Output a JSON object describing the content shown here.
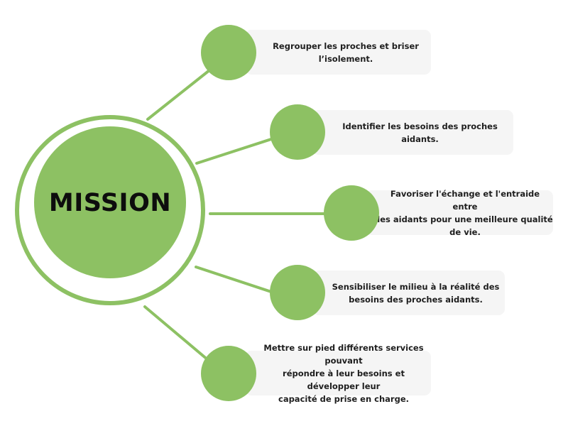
{
  "diagram": {
    "center": {
      "title": "MISSION"
    },
    "accent_color": "#8dc163",
    "box_color": "#f5f5f5",
    "items": [
      {
        "lines": [
          "Regrouper les proches et briser",
          "l’isolement."
        ]
      },
      {
        "lines": [
          "Identifier les besoins des proches aidants."
        ]
      },
      {
        "lines": [
          "Favoriser l'échange et l'entraide entre",
          "les aidants pour une meilleure qualité",
          "de vie."
        ]
      },
      {
        "lines": [
          "Sensibiliser le milieu à la réalité des",
          "besoins des proches aidants."
        ]
      },
      {
        "lines": [
          "Mettre sur pied différents services pouvant",
          "répondre à leur besoins et développer leur",
          "capacité de prise en charge."
        ]
      }
    ]
  }
}
